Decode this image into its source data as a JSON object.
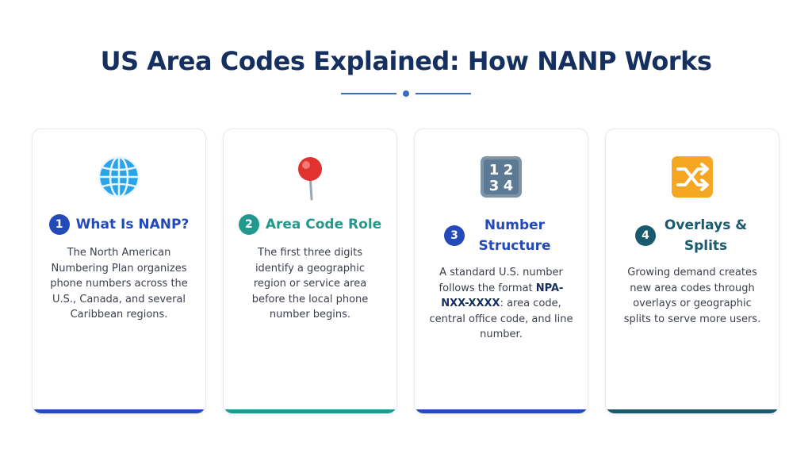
{
  "title": "US Area Codes Explained: How NANP Works",
  "colors": {
    "title": "#15305f",
    "blue": "#2449b8",
    "teal": "#22998e",
    "dark_teal": "#1a5a6e"
  },
  "cards": [
    {
      "number": "1",
      "icon": "globe-icon",
      "heading": "What Is NANP?",
      "description": "The North American Numbering Plan organizes phone numbers across the U.S., Canada, and several Caribbean regions."
    },
    {
      "number": "2",
      "icon": "pushpin-icon",
      "heading": "Area Code Role",
      "description": "The first three digits identify a geographic region or service area before the local phone number begins."
    },
    {
      "number": "3",
      "icon": "numbers-keycap-icon",
      "heading": "Number Structure",
      "description_before": "A standard U.S. number follows the format ",
      "format": "NPA-NXX-XXXX",
      "description_after": ": area code, central office code, and line number."
    },
    {
      "number": "4",
      "icon": "shuffle-icon",
      "heading": "Overlays & Splits",
      "description": "Growing demand creates new area codes through overlays or geographic splits to serve more users."
    }
  ],
  "keycap_digits": [
    "1",
    "2",
    "3",
    "4"
  ]
}
